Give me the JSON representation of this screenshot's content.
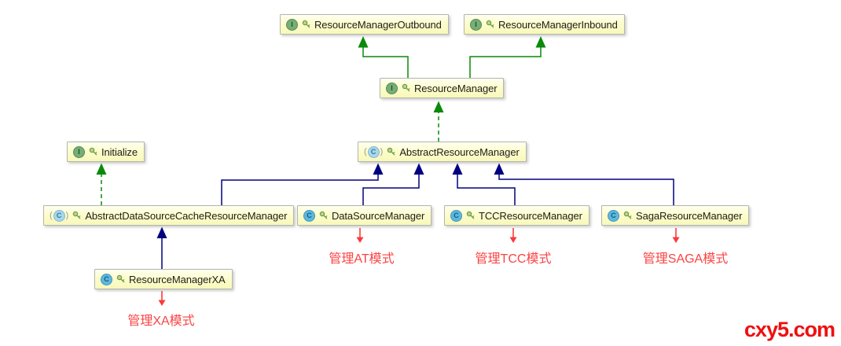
{
  "diagram": {
    "type": "uml-class-diagram",
    "nodes": [
      {
        "id": "resource-manager-outbound",
        "label": "ResourceManagerOutbound",
        "kind": "interface",
        "icon_letter": "I"
      },
      {
        "id": "resource-manager-inbound",
        "label": "ResourceManagerInbound",
        "kind": "interface",
        "icon_letter": "I"
      },
      {
        "id": "resource-manager",
        "label": "ResourceManager",
        "kind": "interface",
        "icon_letter": "I"
      },
      {
        "id": "initialize",
        "label": "Initialize",
        "kind": "interface",
        "icon_letter": "I"
      },
      {
        "id": "abstract-resource-manager",
        "label": "AbstractResourceManager",
        "kind": "abstract-class",
        "icon_letter": "C"
      },
      {
        "id": "abstract-datasource-cache-resource-manager",
        "label": "AbstractDataSourceCacheResourceManager",
        "kind": "abstract-class",
        "icon_letter": "C"
      },
      {
        "id": "datasource-manager",
        "label": "DataSourceManager",
        "kind": "class",
        "icon_letter": "C"
      },
      {
        "id": "tcc-resource-manager",
        "label": "TCCResourceManager",
        "kind": "class",
        "icon_letter": "C"
      },
      {
        "id": "saga-resource-manager",
        "label": "SagaResourceManager",
        "kind": "class",
        "icon_letter": "C"
      },
      {
        "id": "resource-manager-xa",
        "label": "ResourceManagerXA",
        "kind": "class",
        "icon_letter": "C"
      }
    ],
    "edges": [
      {
        "from": "ResourceManager",
        "to": "ResourceManagerOutbound",
        "type": "extends",
        "style": "solid-green"
      },
      {
        "from": "ResourceManager",
        "to": "ResourceManagerInbound",
        "type": "extends",
        "style": "solid-green"
      },
      {
        "from": "AbstractResourceManager",
        "to": "ResourceManager",
        "type": "implements",
        "style": "dashed-green"
      },
      {
        "from": "AbstractDataSourceCacheResourceManager",
        "to": "Initialize",
        "type": "implements",
        "style": "dashed-green"
      },
      {
        "from": "AbstractDataSourceCacheResourceManager",
        "to": "AbstractResourceManager",
        "type": "extends",
        "style": "solid-navy"
      },
      {
        "from": "DataSourceManager",
        "to": "AbstractResourceManager",
        "type": "extends",
        "style": "solid-navy"
      },
      {
        "from": "TCCResourceManager",
        "to": "AbstractResourceManager",
        "type": "extends",
        "style": "solid-navy"
      },
      {
        "from": "SagaResourceManager",
        "to": "AbstractResourceManager",
        "type": "extends",
        "style": "solid-navy"
      },
      {
        "from": "ResourceManagerXA",
        "to": "AbstractDataSourceCacheResourceManager",
        "type": "extends",
        "style": "solid-navy"
      }
    ],
    "annotations": [
      {
        "id": "at-mode",
        "text": "管理AT模式"
      },
      {
        "id": "tcc-mode",
        "text": "管理TCC模式"
      },
      {
        "id": "saga-mode",
        "text": "管理SAGA模式"
      },
      {
        "id": "xa-mode",
        "text": "管理XA模式"
      }
    ],
    "colors": {
      "node_fill": "#fdfdcd",
      "node_border": "#b5b5ae",
      "extends_interface_arrow": "#0a8a0a",
      "implements_arrow": "#0a8a0a",
      "extends_class_arrow": "#000080",
      "annotation_red": "#fb4343",
      "interface_icon": "#77ae77",
      "class_icon": "#5fb7dd"
    }
  },
  "watermark": {
    "text": "cxy5.com",
    "color": "#ef0f0f"
  }
}
